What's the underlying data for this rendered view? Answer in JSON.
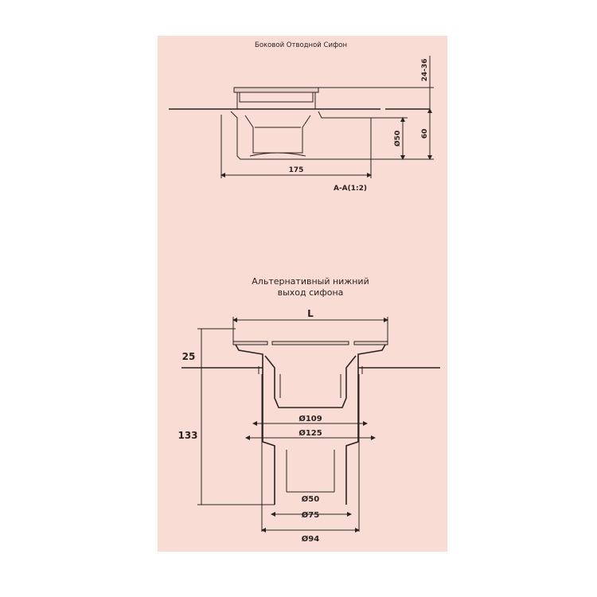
{
  "top_view": {
    "title": "Боковой Отводной Сифон",
    "dim_height_range": "24-36",
    "dim_height": "60",
    "dim_outlet_diameter": "Ø50",
    "dim_length": "175",
    "section_label": "A-A(1:2)"
  },
  "bottom_view": {
    "title_line1": "Альтернативный нижний",
    "title_line2": "выход сифона",
    "dim_L": "L",
    "dim_25": "25",
    "dim_133": "133",
    "dim_d109": "Ø109",
    "dim_d125": "Ø125",
    "dim_d50": "Ø50",
    "dim_d75": "Ø75",
    "dim_d94": "Ø94"
  },
  "colors": {
    "panel": "#f9ddd5",
    "ink": "#2a2220"
  }
}
